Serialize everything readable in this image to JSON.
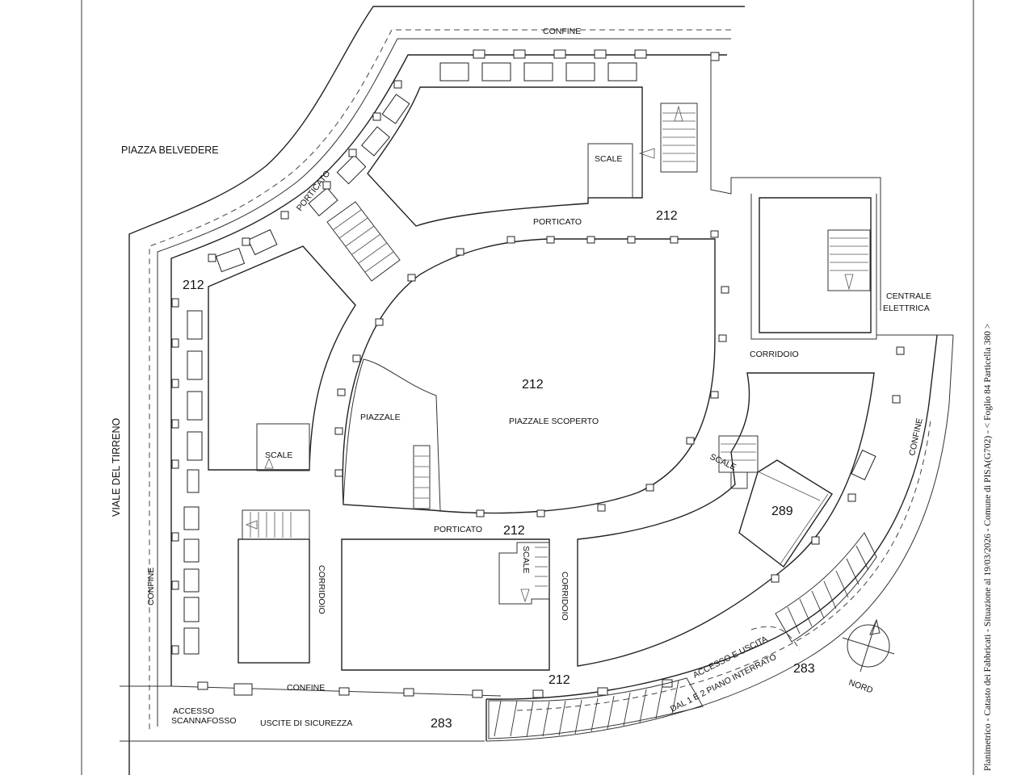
{
  "labels": {
    "confine": "CONFINE",
    "piazza_belvedere": "PIAZZA BELVEDERE",
    "viale_tirreno": "VIALE DEL TIRRENO",
    "porticato": "PORTICATO",
    "scale": "SCALE",
    "corridoio": "CORRIDOIO",
    "piazzale": "PIAZZALE",
    "piazzale_scoperto": "PIAZZALE SCOPERTO",
    "centrale_line1": "CENTRALE",
    "centrale_line2": "ELETTRICA",
    "accesso_line1": "ACCESSO",
    "accesso_line2": "SCANNAFOSSO",
    "uscite": "USCITE DI SICUREZZA",
    "accesso_uscita_line1": "ACCESSO E USCITA",
    "accesso_uscita_line2": "DAL 1 E 2 PIANO INTERRATO",
    "nord": "NORD"
  },
  "parcels": {
    "p212": "212",
    "p283": "283",
    "p289": "289"
  },
  "footer": {
    "caption": "Planimetrico - Catasto dei Fabbricati - Situazione al 19/03/2026 - Comune di PISA(G702) - < Foglio 84 Particella 380 >"
  },
  "colors": {
    "line": "#222222",
    "background": "#ffffff"
  }
}
